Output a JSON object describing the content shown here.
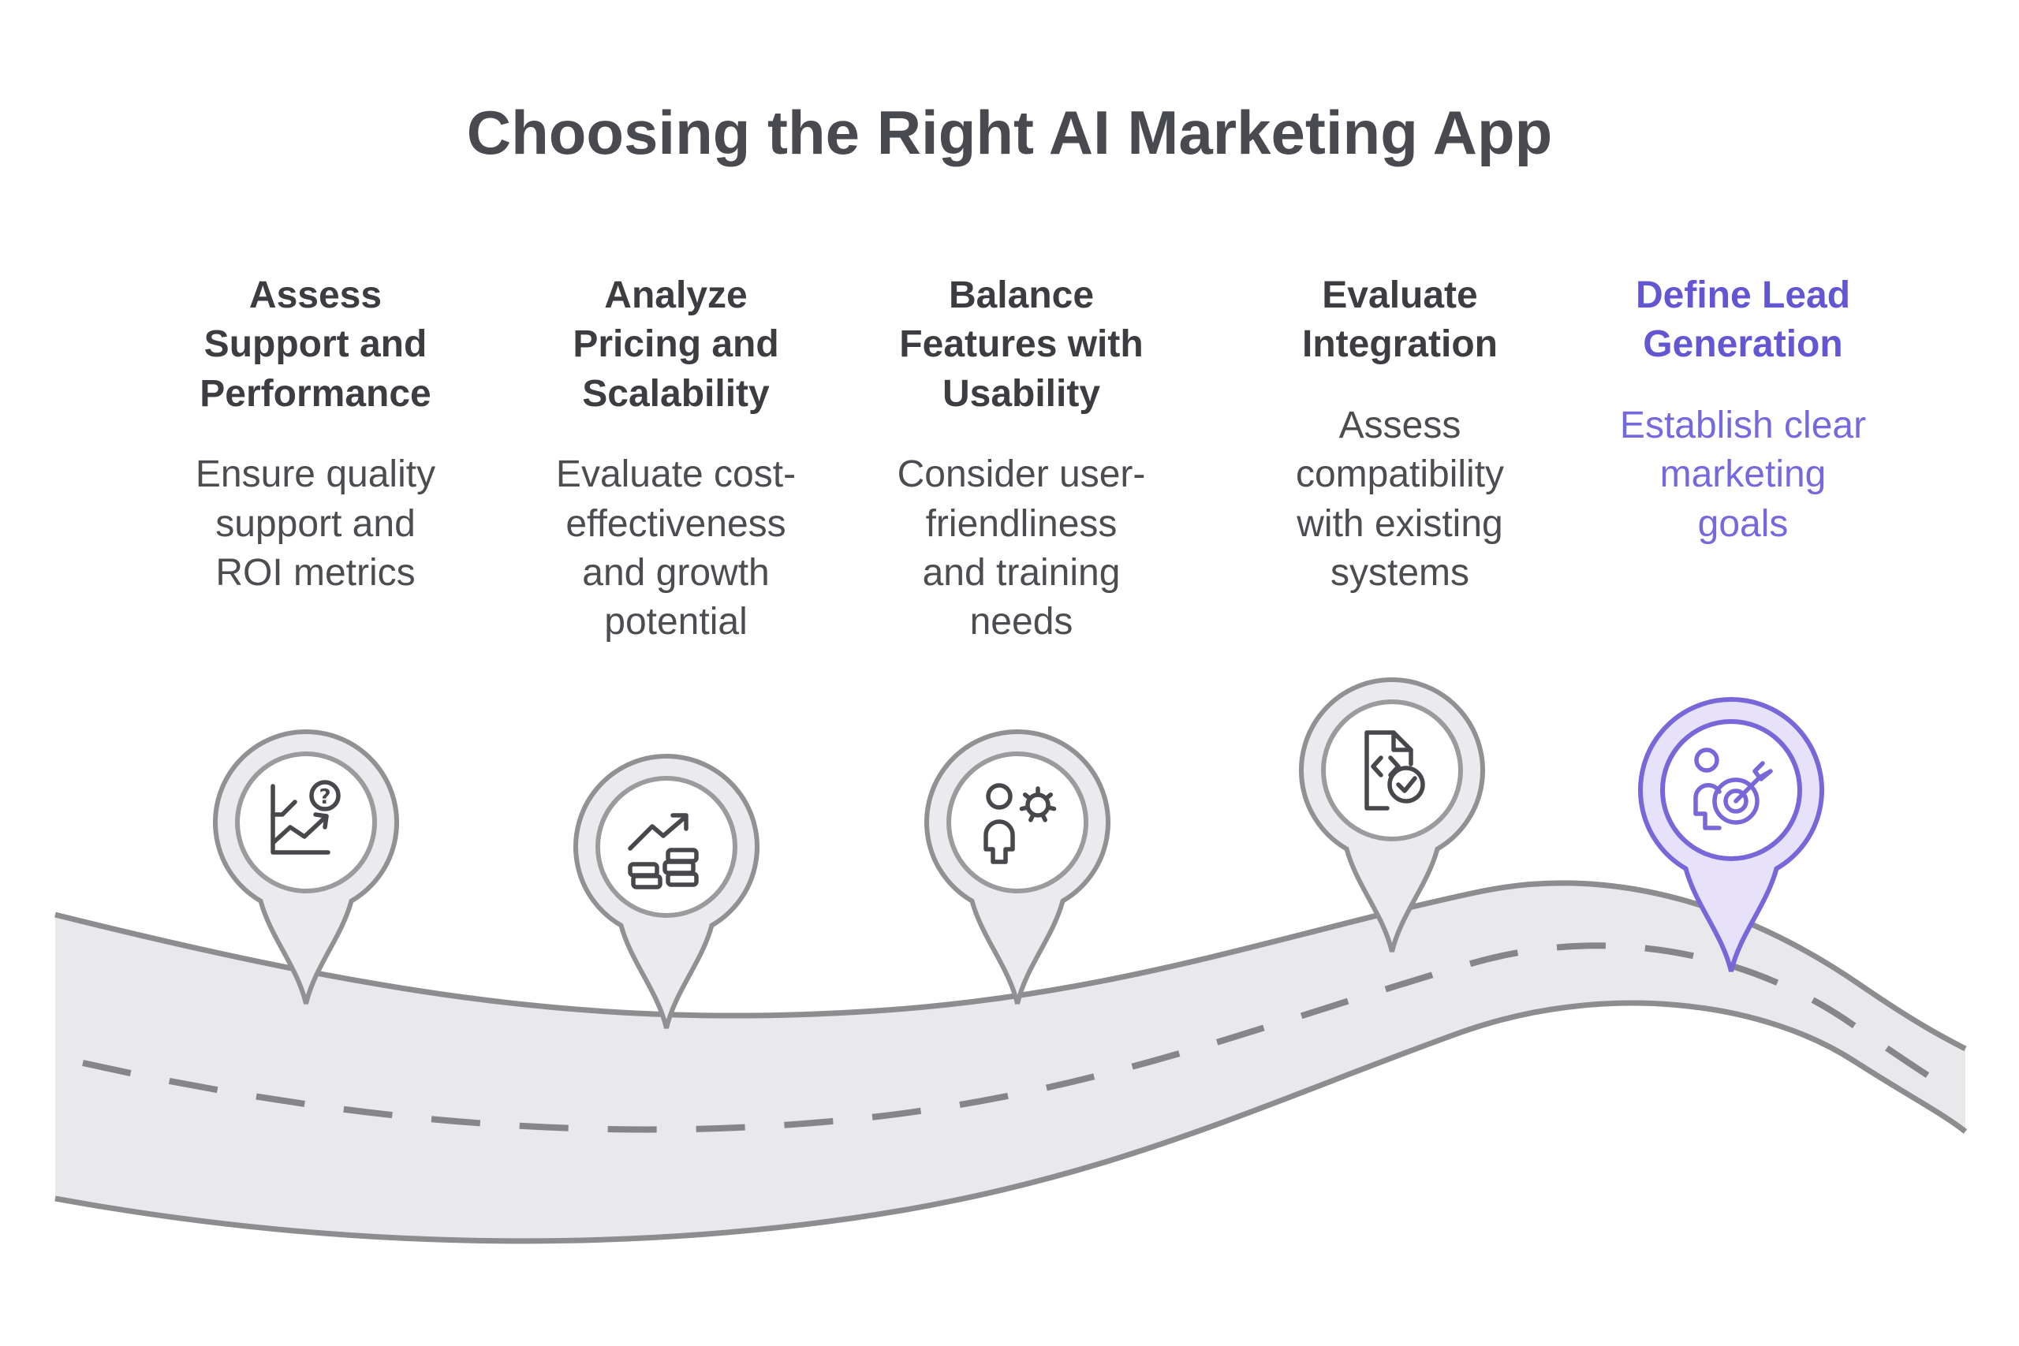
{
  "title": "Choosing the Right AI Marketing App",
  "colors": {
    "title_text": "#494950",
    "heading_text": "#3d3d41",
    "body_text": "#4c4c51",
    "accent_purple_heading": "#6356d2",
    "accent_purple_body": "#7669de",
    "accent_purple_stroke": "#7767d9",
    "road_fill": "#e9e9eb",
    "road_edge": "#8d8d90",
    "pin_fill": "#ebebed",
    "pin_stroke": "#919194",
    "icon_stroke": "#48484c"
  },
  "steps": [
    {
      "heading": "Assess\nSupport and\nPerformance",
      "description": "Ensure quality\nsupport and\nROI metrics",
      "icon": "chart-question-icon",
      "highlighted": false
    },
    {
      "heading": "Analyze\nPricing and\nScalability",
      "description": "Evaluate cost-\neffectiveness\nand growth\npotential",
      "icon": "coins-growth-icon",
      "highlighted": false
    },
    {
      "heading": "Balance\nFeatures with\nUsability",
      "description": "Consider user-\nfriendliness\nand training\nneeds",
      "icon": "person-gear-icon",
      "highlighted": false
    },
    {
      "heading": "Evaluate\nIntegration",
      "description": "Assess\ncompatibility\nwith existing\nsystems",
      "icon": "document-code-check-icon",
      "highlighted": false
    },
    {
      "heading": "Define Lead\nGeneration",
      "description": "Establish clear\nmarketing\ngoals",
      "icon": "person-target-icon",
      "highlighted": true
    }
  ]
}
